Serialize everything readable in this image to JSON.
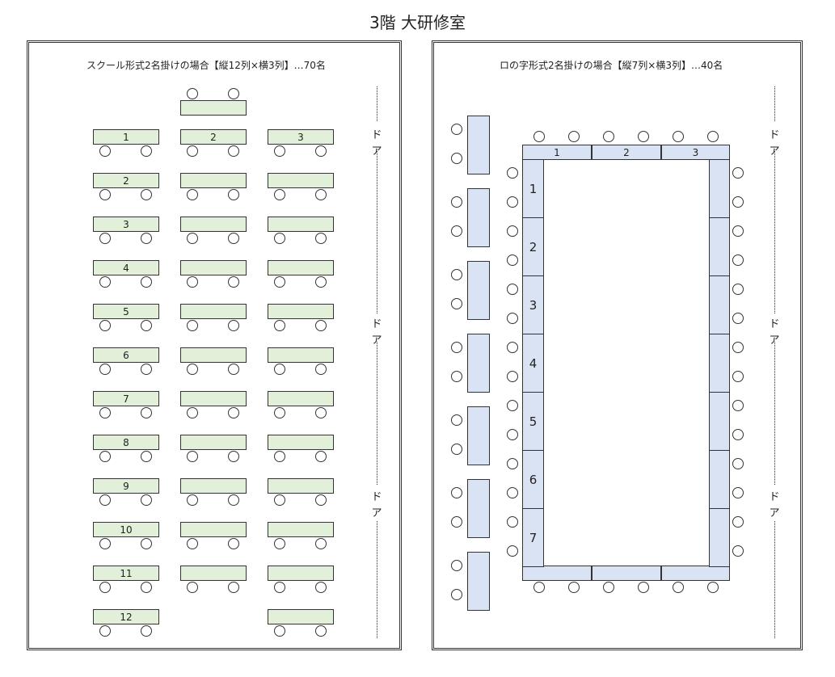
{
  "title": "3階 大研修室",
  "school": {
    "heading": "スクール形式2名掛けの場合【縦12列×横3列】…70名",
    "row_labels": [
      "1",
      "2",
      "3",
      "4",
      "5",
      "6",
      "7",
      "8",
      "9",
      "10",
      "11",
      "12"
    ],
    "col_labels": [
      "1",
      "2",
      "3"
    ]
  },
  "u_shape": {
    "heading": "ロの字形式2名掛けの場合【縦7列×横3列】…40名",
    "top_labels": [
      "1",
      "2",
      "3"
    ],
    "side_labels": [
      "1",
      "2",
      "3",
      "4",
      "5",
      "6",
      "7"
    ]
  },
  "door": {
    "char1": "ド",
    "char2": "ア"
  },
  "colors": {
    "school_table": "#e2efd9",
    "u_table": "#dae3f3"
  }
}
